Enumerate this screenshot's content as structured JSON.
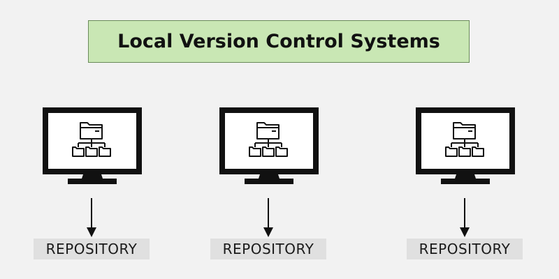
{
  "title": "Local Version Control Systems",
  "colors": {
    "background": "#f2f2f2",
    "title_fill": "#c9e7b4",
    "title_border": "#6a8a5a",
    "monitor": "#111111",
    "screen": "#ffffff",
    "label_fill": "#e0e0e0"
  },
  "nodes": [
    {
      "icon": "monitor-with-folder-tree-icon",
      "label": "REPOSITORY"
    },
    {
      "icon": "monitor-with-folder-tree-icon",
      "label": "REPOSITORY"
    },
    {
      "icon": "monitor-with-folder-tree-icon",
      "label": "REPOSITORY"
    }
  ]
}
